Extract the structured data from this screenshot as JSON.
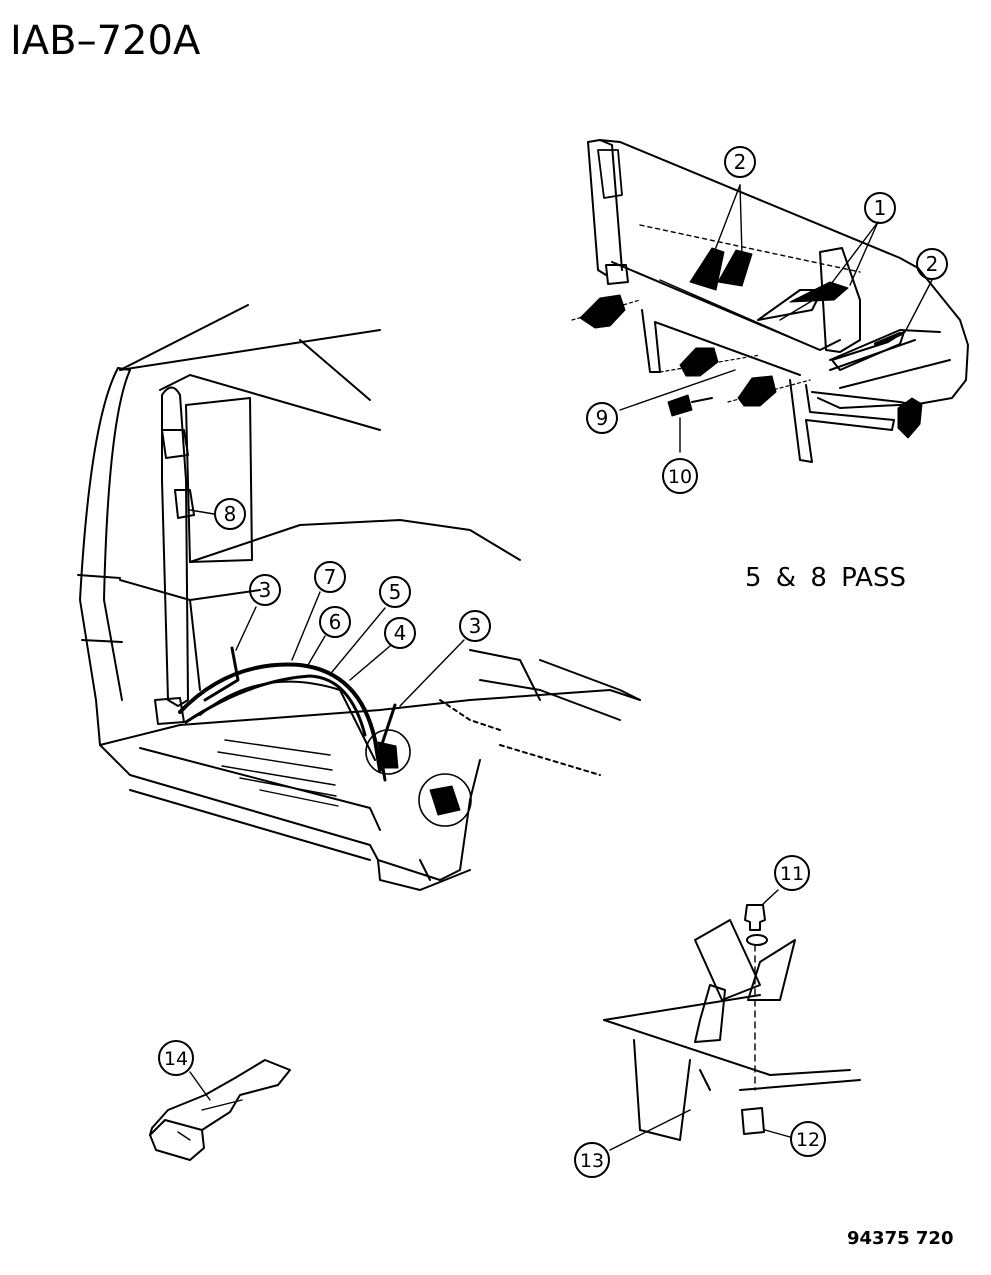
{
  "header": {
    "title": "IAB–720A"
  },
  "detail": {
    "label": "5 & 8 PASS"
  },
  "footer": {
    "code": "94375  720"
  },
  "callouts": [
    "1",
    "2",
    "2",
    "3",
    "3",
    "4",
    "5",
    "6",
    "7",
    "8",
    "9",
    "10",
    "11",
    "12",
    "13",
    "14"
  ]
}
